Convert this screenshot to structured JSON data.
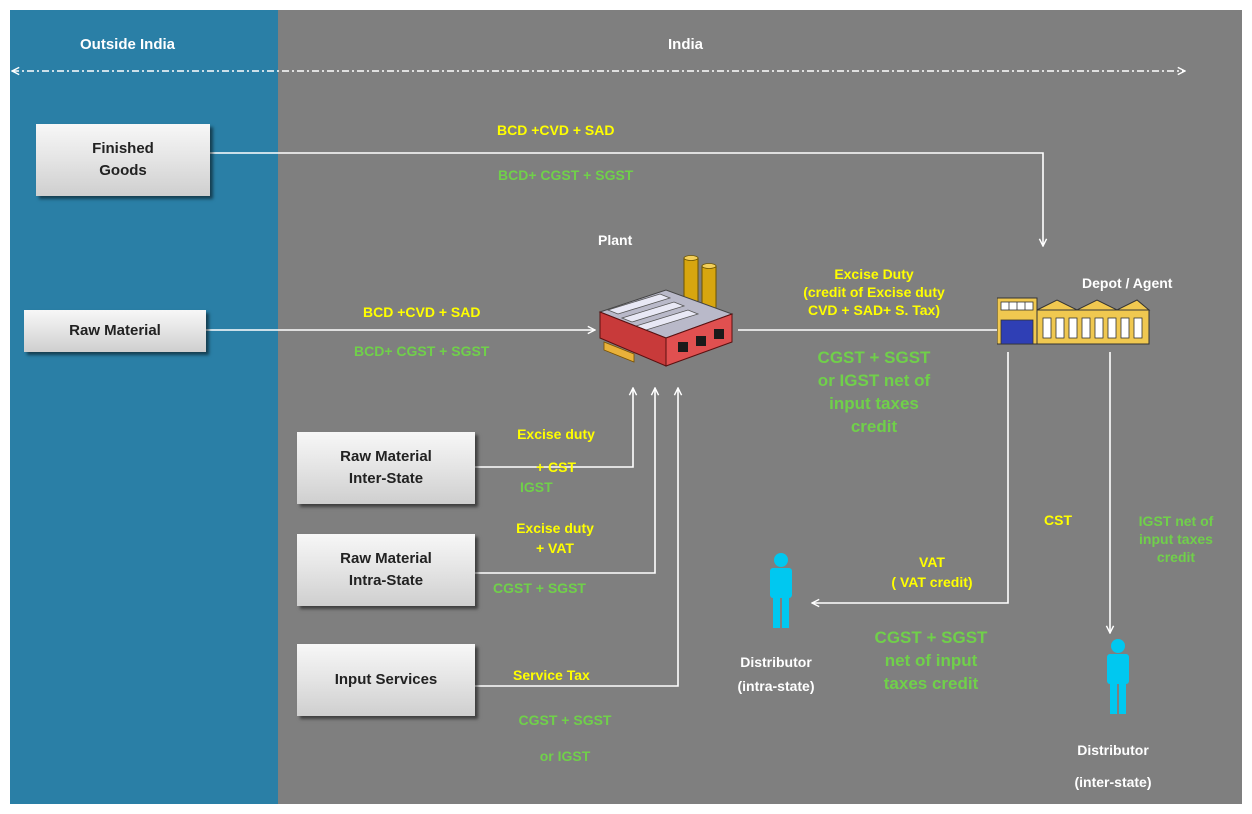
{
  "regions": {
    "outside": "Outside India",
    "india": "India"
  },
  "boxes": {
    "finished_goods": [
      "Finished",
      "Goods"
    ],
    "raw_material": "Raw Material",
    "rm_inter": [
      "Raw Material",
      "Inter-State"
    ],
    "rm_intra": [
      "Raw Material",
      "Intra-State"
    ],
    "input_services": "Input Services"
  },
  "nodes": {
    "plant": "Plant",
    "depot": "Depot / Agent",
    "dist_intra": [
      "Distributor",
      "(intra-state)"
    ],
    "dist_inter": [
      "Distributor",
      "(inter-state)"
    ]
  },
  "flows": {
    "fg_old": "BCD +CVD + SAD",
    "fg_new": "BCD+ CGST + SGST",
    "rm_old": "BCD +CVD + SAD",
    "rm_new": "BCD+ CGST + SGST",
    "excise_old": [
      "Excise Duty",
      "(credit of  Excise duty",
      "CVD + SAD+ S. Tax)"
    ],
    "excise_new": [
      "CGST + SGST",
      "or IGST net of",
      "input taxes",
      "credit"
    ],
    "inter_old": [
      "Excise duty",
      "+ CST"
    ],
    "inter_new": "IGST",
    "intra_old": [
      "Excise duty",
      "+ VAT"
    ],
    "intra_new": "CGST + SGST",
    "svc_old": "Service Tax",
    "svc_new": [
      "CGST + SGST",
      "or IGST"
    ],
    "vat_old": [
      "VAT",
      "( VAT credit)"
    ],
    "vat_new": [
      "CGST + SGST",
      "net of input",
      "taxes credit"
    ],
    "cst_old": "CST",
    "cst_new": [
      "IGST net of",
      "input taxes",
      "credit"
    ]
  },
  "colors": {
    "left_panel": "#2a7fa6",
    "right_panel": "#7f7f7f",
    "current_tax": "#ffff00",
    "gst_tax": "#70d04a",
    "person": "#00c8f0"
  }
}
